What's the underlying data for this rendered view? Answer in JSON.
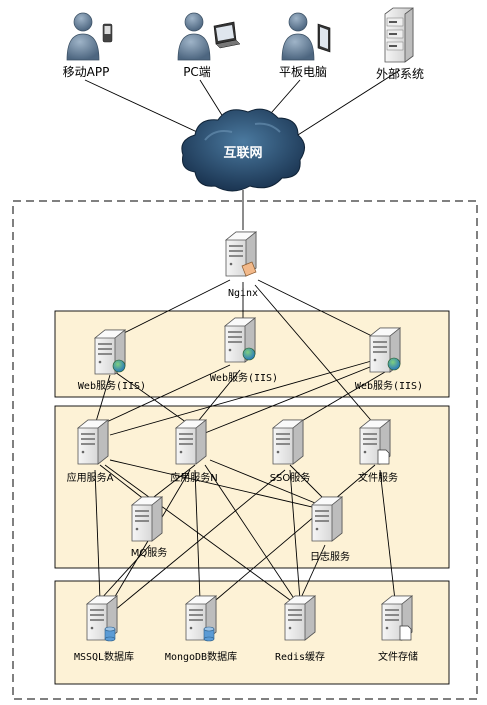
{
  "clients": [
    {
      "label": "移动APP",
      "icon": "user-mobile-icon"
    },
    {
      "label": "PC端",
      "icon": "user-laptop-icon"
    },
    {
      "label": "平板电脑",
      "icon": "user-tablet-icon"
    },
    {
      "label": "外部系统",
      "icon": "server-rack-icon"
    }
  ],
  "cloud": {
    "label": "互联网"
  },
  "gateway": {
    "label": "Nginx"
  },
  "web_tier": [
    {
      "label": "Web服务(IIS)"
    },
    {
      "label": "Web服务(IIS)"
    },
    {
      "label": "Web服务(IIS)"
    }
  ],
  "app_tier": {
    "app_a": {
      "label": "应用服务A"
    },
    "app_n": {
      "label": "应用服务N"
    },
    "sso": {
      "label": "SSO服务"
    },
    "file": {
      "label": "文件服务"
    },
    "mq": {
      "label": "MQ服务"
    },
    "log": {
      "label": "日志服务"
    }
  },
  "data_tier": [
    {
      "label": "MSSQL数据库"
    },
    {
      "label": "MongoDB数据库"
    },
    {
      "label": "Redis缓存"
    },
    {
      "label": "文件存储"
    }
  ],
  "colors": {
    "tier_fill": "#fdf2d6",
    "cloud_dark": "#1f3c59",
    "cloud_mid": "#3c6688",
    "server_body": "#e8e8e8",
    "globe_green": "#4aa04a",
    "db_blue": "#5b9bd5"
  }
}
